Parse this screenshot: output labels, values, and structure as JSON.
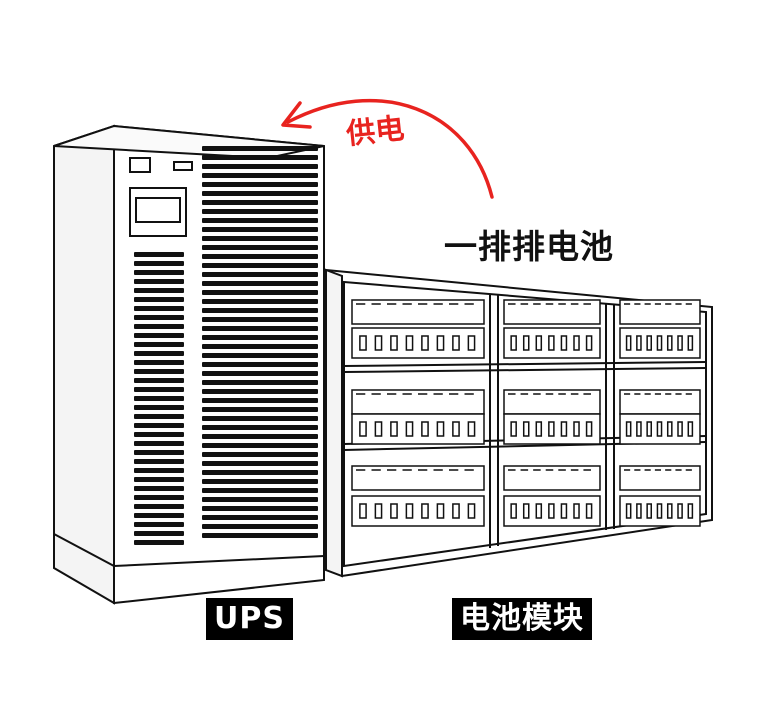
{
  "labels": {
    "ups": "UPS",
    "battery_module": "电池模块",
    "power_supply": "供电",
    "rows_of_batteries": "一排排电池"
  },
  "colors": {
    "arrow": "#e8231f",
    "line": "#111111",
    "label_bg": "#000000",
    "label_fg": "#ffffff"
  }
}
